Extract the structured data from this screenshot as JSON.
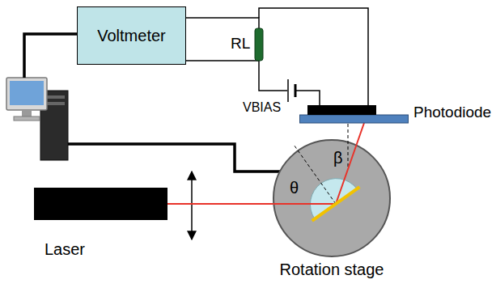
{
  "diagram": {
    "nodes": [
      {
        "text": [
          "Voltmeter"
        ]
      },
      {
        "text": [
          "Photodiode"
        ]
      },
      {
        "text": [
          "Laser"
        ]
      },
      {
        "text": [
          "Rotation stage"
        ]
      }
    ],
    "edges": [
      {
        "from": 2,
        "to": 3,
        "arrow": "none"
      },
      {
        "from": 3,
        "to": 1,
        "arrow": "none"
      }
    ],
    "labels": [
      "RL",
      "VBIAS",
      "θ",
      "β"
    ]
  }
}
